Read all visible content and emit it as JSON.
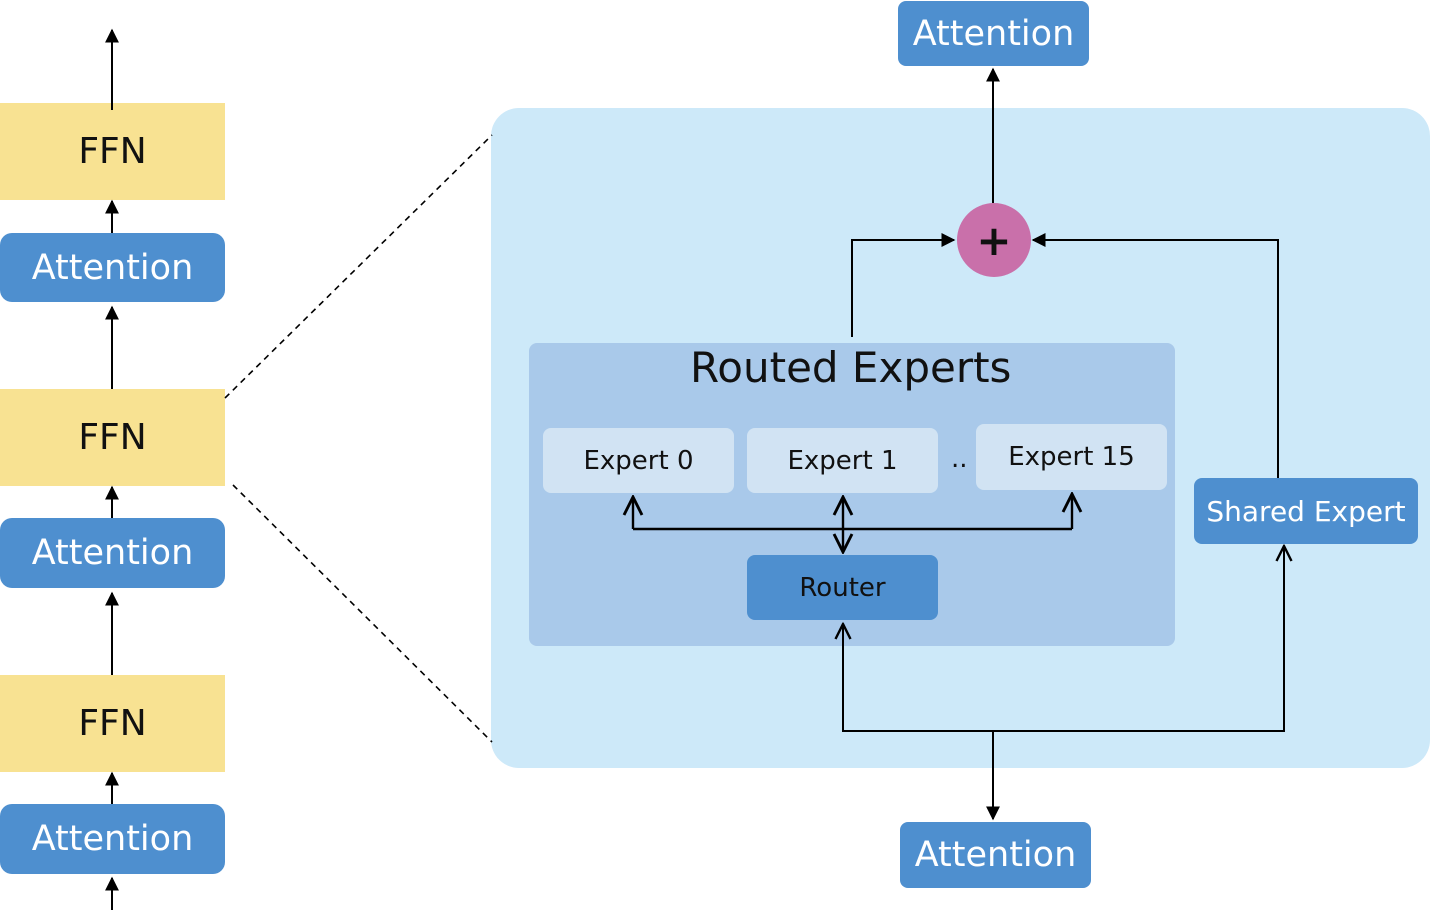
{
  "left_stack": {
    "blocks": [
      {
        "type": "ffn",
        "label": "FFN"
      },
      {
        "type": "attention",
        "label": "Attention"
      },
      {
        "type": "ffn",
        "label": "FFN"
      },
      {
        "type": "attention",
        "label": "Attention"
      },
      {
        "type": "ffn",
        "label": "FFN"
      },
      {
        "type": "attention",
        "label": "Attention"
      }
    ]
  },
  "moe": {
    "top_attention": "Attention",
    "bottom_attention": "Attention",
    "routed_title": "Routed Experts",
    "experts": [
      "Expert 0",
      "Expert 1",
      "Expert 15"
    ],
    "ellipsis": "..",
    "router": "Router",
    "shared_expert": "Shared Expert",
    "sum_symbol": "+"
  },
  "colors": {
    "ffn": "#f8e292",
    "attention": "#4e8fcf",
    "moe_panel": "#cde9f9",
    "routed_panel": "#a9c9ea",
    "expert": "#d1e3f3",
    "sum_node": "#c970aa",
    "arrow": "#000000"
  }
}
